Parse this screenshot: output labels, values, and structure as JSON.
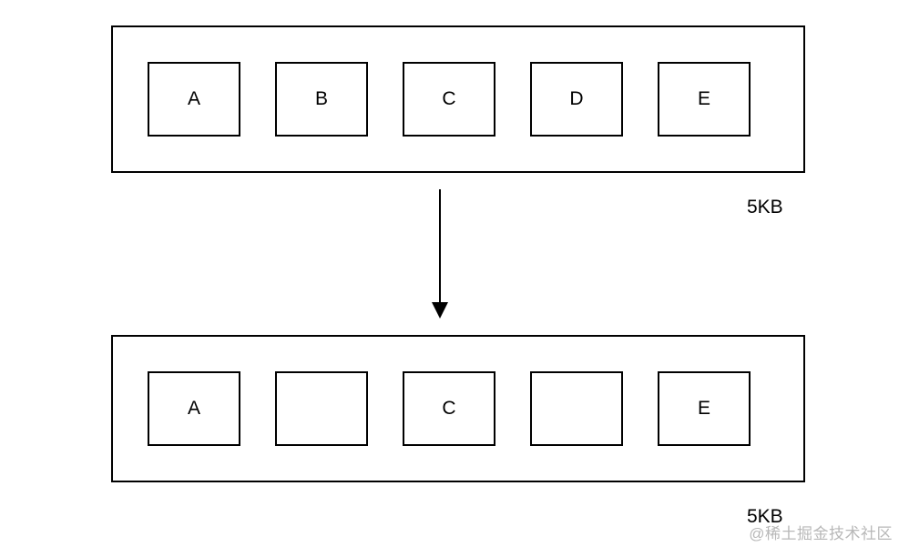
{
  "diagram": {
    "before": {
      "cells": [
        "A",
        "B",
        "C",
        "D",
        "E"
      ],
      "size_label": "5KB"
    },
    "after": {
      "cells": [
        "A",
        "",
        "C",
        "",
        "E"
      ],
      "size_label": "5KB"
    }
  },
  "watermark": "@稀土掘金技术社区"
}
